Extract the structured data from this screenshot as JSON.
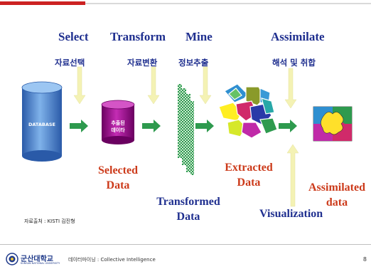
{
  "steps": [
    {
      "label": "Select",
      "korean": "자료선택"
    },
    {
      "label": "Transform",
      "korean": "자료변환"
    },
    {
      "label": "Mine",
      "korean": "정보추출"
    },
    {
      "label": "Assimilate",
      "korean": "해석 및 취합"
    }
  ],
  "nodes": {
    "database": "DATABASE",
    "extracted_line1": "추출된",
    "extracted_line2": "데이타"
  },
  "outputs": {
    "selected_line1": "Selected",
    "selected_line2": "Data",
    "transformed_line1": "Transformed",
    "transformed_line2": "Data",
    "extracted_line1": "Extracted",
    "extracted_line2": "Data",
    "assimilated_line1": "Assimilated",
    "assimilated_line2": "data",
    "visualization": "Visualization"
  },
  "source": "자료출처 : KISTI 김진형",
  "footer": {
    "university": "군산대학교",
    "university_sub": "KUNSAN NATIONAL UNIVERSITY",
    "course": "데이터마이닝 : Collective Intelligence",
    "page": "8"
  },
  "colors": {
    "step_text": "#1f2f8f",
    "output_red": "#cc3a1a",
    "flow_arrow": "#2e9a4e",
    "hint_arrow": "#f4f2b4",
    "database": "#3c78c8",
    "extracted_cylinder": "#9a0b8a",
    "transformed_bars": "#1f8b45"
  }
}
